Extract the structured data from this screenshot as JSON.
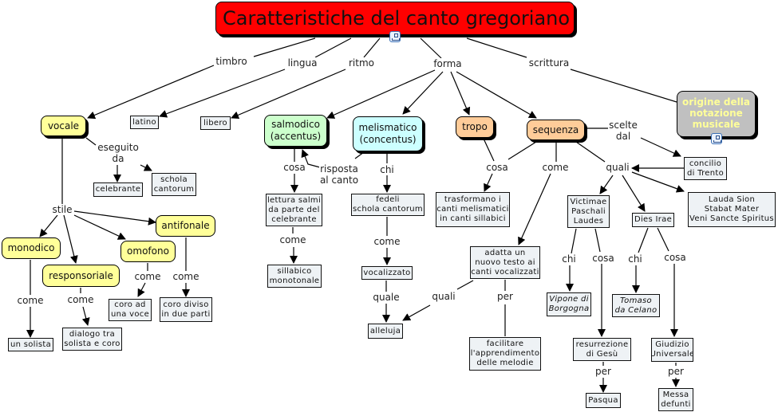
{
  "title": "Caratteristiche del canto gregoriano",
  "colors": {
    "title_bg": "#ff0000",
    "yellow": "#ffff99",
    "green": "#ccffcc",
    "cyan": "#ccffff",
    "orange": "#ffcc99",
    "gray": "#c0c0c0",
    "box": "#eef2f5"
  },
  "icons": {
    "submap": "submap-icon"
  },
  "nodes": {
    "vocale": "vocale",
    "latino": "latino",
    "libero": "libero",
    "salmodico": "salmodico\n(accentus)",
    "melismatico": "melismatico\n(concentus)",
    "tropo": "tropo",
    "sequenza": "sequenza",
    "origine": "origine della\nnotazione\nmusicale",
    "celebrante": "celebrante",
    "schola": "schola\ncantorum",
    "monodico": "monodico",
    "responsoriale": "responsoriale",
    "omofono": "omofono",
    "antifonale": "antifonale",
    "un_solista": "un solista",
    "dialogo": "dialogo tra\nsolista e coro",
    "coro_ad": "coro ad\nuna voce",
    "coro_diviso": "coro diviso\nin due parti",
    "lettura": "lettura salmi\nda parte del\ncelebrante",
    "fedeli": "fedeli\nschola cantorum",
    "trasformano": "trasformano i\ncanti melismatici\nin canti sillabici",
    "sillabico": "sillabico\nmonotonale",
    "vocalizzato": "vocalizzato",
    "alleluja": "alleluja",
    "adatta": "adatta un\nnuovo testo ai\ncanti vocalizzati",
    "facilitare": "facilitare\nl'apprendimento\ndelle melodie",
    "concilio": "concilio\ndi Trento",
    "lauda": "Lauda Sion\nStabat Mater\nVeni Sancte Spiritus",
    "victimae": "Victimae\nPaschali\nLaudes",
    "dies_irae": "Dies Irae",
    "vipone": "Vipone di\nBorgogna",
    "tomaso": "Tomaso\nda Celano",
    "resurrezione": "resurrezione\ndi Gesù",
    "giudizio": "Giudizio\nUniversale",
    "pasqua": "Pasqua",
    "messa": "Messa\ndefunti"
  },
  "links": {
    "timbro": "timbro",
    "lingua": "lingua",
    "ritmo": "ritmo",
    "forma": "forma",
    "scrittura": "scrittura",
    "eseguito_da": "eseguito\nda",
    "stile": "stile",
    "come_monodico": "come",
    "come_responsoriale": "come",
    "come_omofono": "come",
    "come_antifonale": "come",
    "cosa_salmodico": "cosa",
    "risposta": "risposta\nal canto",
    "chi_melismatico": "chi",
    "come_lettura": "come",
    "come_fedeli": "come",
    "quale_vocalizzato": "quale",
    "cosa_tropo": "cosa",
    "come_sequenza": "come",
    "quali_sequenza": "quali",
    "scelte_dal": "scelte\ndal",
    "quali_adatta": "quali",
    "per_adatta": "per",
    "chi_victimae": "chi",
    "cosa_victimae": "cosa",
    "chi_dies": "chi",
    "cosa_dies": "cosa",
    "per_resurrezione": "per",
    "per_giudizio": "per"
  }
}
